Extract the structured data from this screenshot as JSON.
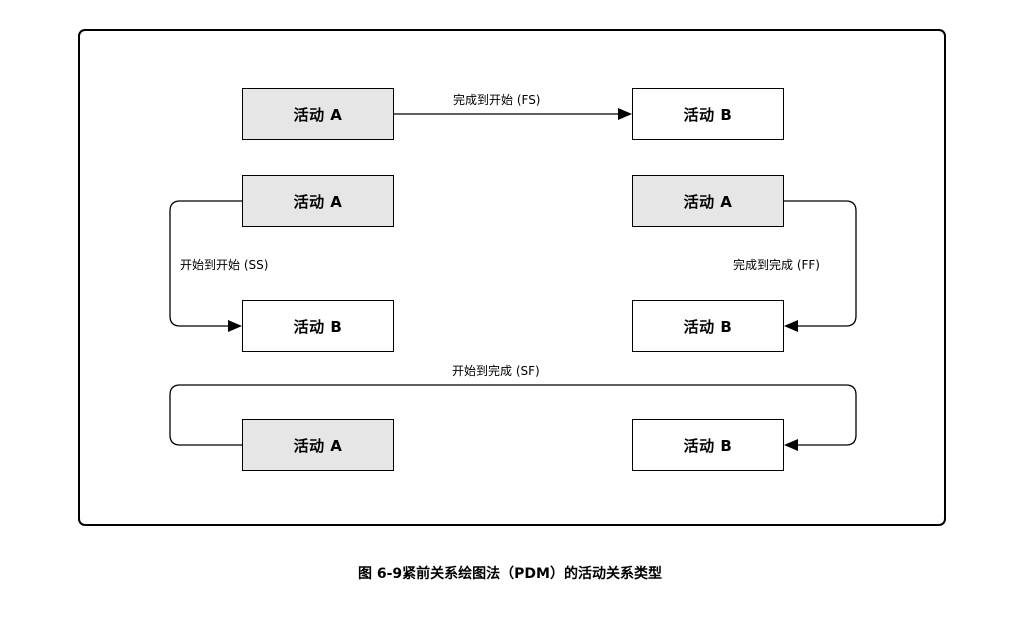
{
  "diagram": {
    "activity_a_label": "活动 A",
    "activity_b_label": "活动 B",
    "relationships": {
      "fs": "完成到开始 (FS)",
      "ss": "开始到开始 (SS)",
      "ff": "完成到完成 (FF)",
      "sf": "开始到完成 (SF)"
    }
  },
  "caption": "图 6-9紧前关系绘图法（PDM）的活动关系类型",
  "colors": {
    "activity_a_fill": "#e6e6e6",
    "activity_b_fill": "#ffffff",
    "line": "#000000"
  }
}
